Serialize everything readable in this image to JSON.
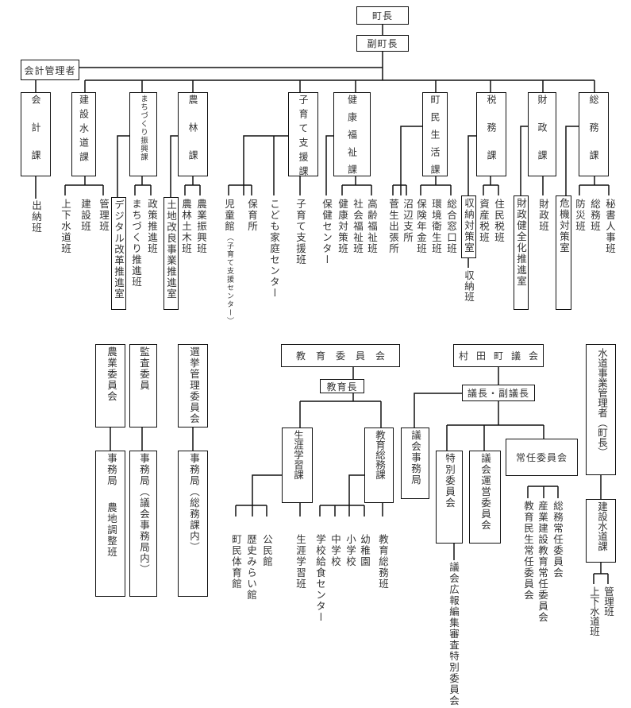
{
  "top": {
    "mayor": "町長",
    "vice_mayor": "副町長",
    "accounting_manager": "会計管理者"
  },
  "departments": {
    "kaikei": {
      "name": "会計課",
      "units": [
        "出納班"
      ]
    },
    "kensetsu": {
      "name": "建設水道課",
      "units": [
        "上下水道班",
        "建設班",
        "管理班"
      ]
    },
    "machizukuri": {
      "name": "まちづくり振興課",
      "office": "デジタル改革推進室",
      "units": [
        "まちづくり推進班",
        "政策推進班"
      ]
    },
    "norin": {
      "name": "農林課",
      "office": "土地改良事業推進室",
      "units": [
        "農林土木班",
        "農業振興班"
      ]
    },
    "kosodate": {
      "name": "子育て支援課",
      "units": [
        "児童館",
        "（子育て支援センター）",
        "保育所",
        "こども家庭センター",
        "子育て支援班"
      ]
    },
    "kenko": {
      "name": "健康福祉課",
      "units": [
        "保健センター",
        "健康対策班",
        "社会福祉班",
        "高齢福祉班"
      ]
    },
    "chomin": {
      "name": "町民生活課",
      "units": [
        "菅生出張所",
        "沼辺支所",
        "保険年金班",
        "環境衛生班",
        "総合窓口班"
      ]
    },
    "zeimu": {
      "name": "税務課",
      "office": "収納対策室",
      "office_unit": "収納班",
      "units": [
        "資産税班",
        "住民税班"
      ]
    },
    "zaisei": {
      "name": "財政課",
      "office": "財政健全化推進室",
      "units": [
        "財政班"
      ]
    },
    "somu": {
      "name": "総務課",
      "office": "危機対策室",
      "units": [
        "防災班",
        "総務班",
        "秘書人事班"
      ]
    }
  },
  "committees": {
    "nogyo": {
      "name": "農業委員会",
      "secretariat": "事務局",
      "unit": "農地調整班"
    },
    "kansa": {
      "name": "監査委員",
      "secretariat": "事務局（議会事務局内）"
    },
    "senkyo": {
      "name": "選挙管理委員会",
      "secretariat": "事務局（総務課内）"
    }
  },
  "education": {
    "board": "教育委員会",
    "superintendent": "教育長",
    "lifelong": {
      "name": "生涯学習課",
      "units": [
        "町民体育館",
        "歴史みらい館",
        "公民館",
        "生涯学習班"
      ]
    },
    "general": {
      "name": "教育総務課",
      "units": [
        "学校給食センター",
        "中学校",
        "小学校",
        "幼稚園",
        "教育総務班"
      ]
    }
  },
  "assembly": {
    "name": "村田町議会",
    "chair": "議長・副議長",
    "secretariat": "議会事務局",
    "special": {
      "name": "特別委員会",
      "unit": "議会広報編集審査特別委員会"
    },
    "steering": "議会運営委員会",
    "standing": {
      "name": "常任委員会",
      "units": [
        "教育民生常任委員会",
        "産業建設教育常任委員会",
        "総務常任委員会"
      ]
    }
  },
  "water": {
    "manager": "水道事業管理者（町長）",
    "division": "建設水道課",
    "units": [
      "上下水道班",
      "管理班"
    ]
  }
}
